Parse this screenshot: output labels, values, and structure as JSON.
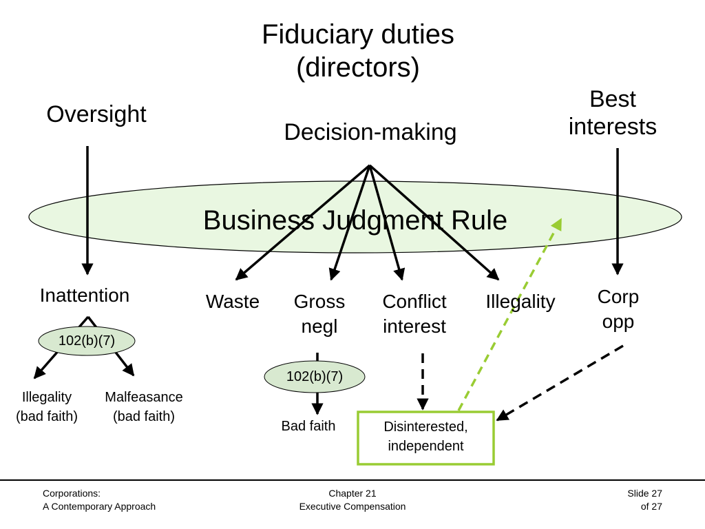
{
  "title": {
    "line1": "Fiduciary duties",
    "line2": "(directors)"
  },
  "ellipse_label": "Business Judgment Rule",
  "columns": {
    "oversight": "Oversight",
    "decision_making": "Decision-making",
    "best_interests": {
      "line1": "Best",
      "line2": "interests"
    }
  },
  "nodes": {
    "inattention": "Inattention",
    "waste": "Waste",
    "gross_negl": {
      "line1": "Gross",
      "line2": "negl"
    },
    "conflict_interest": {
      "line1": "Conflict",
      "line2": "interest"
    },
    "illegality": "Illegality",
    "corp_opp": {
      "line1": "Corp",
      "line2": "opp"
    }
  },
  "badges": {
    "left": "102(b)(7)",
    "middle": "102(b)(7)"
  },
  "leaves": {
    "illegality_bad_faith": {
      "line1": "Illegality",
      "line2": "(bad faith)"
    },
    "malfeasance_bad_faith": {
      "line1": "Malfeasance",
      "line2": "(bad faith)"
    },
    "bad_faith": "Bad faith",
    "disinterested": {
      "line1": "Disinterested,",
      "line2": "independent"
    }
  },
  "footer": {
    "left": {
      "line1": "Corporations:",
      "line2": "A Contemporary Approach"
    },
    "center": {
      "line1": "Chapter 21",
      "line2": "Executive Compensation"
    },
    "right": {
      "line1": "Slide 27",
      "line2": "of 27"
    }
  },
  "colors": {
    "ellipse_fill": "#e9f7e1",
    "badge_fill": "#d8e9d0",
    "box_border": "#99cc33",
    "dashed_green": "#99cc33"
  }
}
